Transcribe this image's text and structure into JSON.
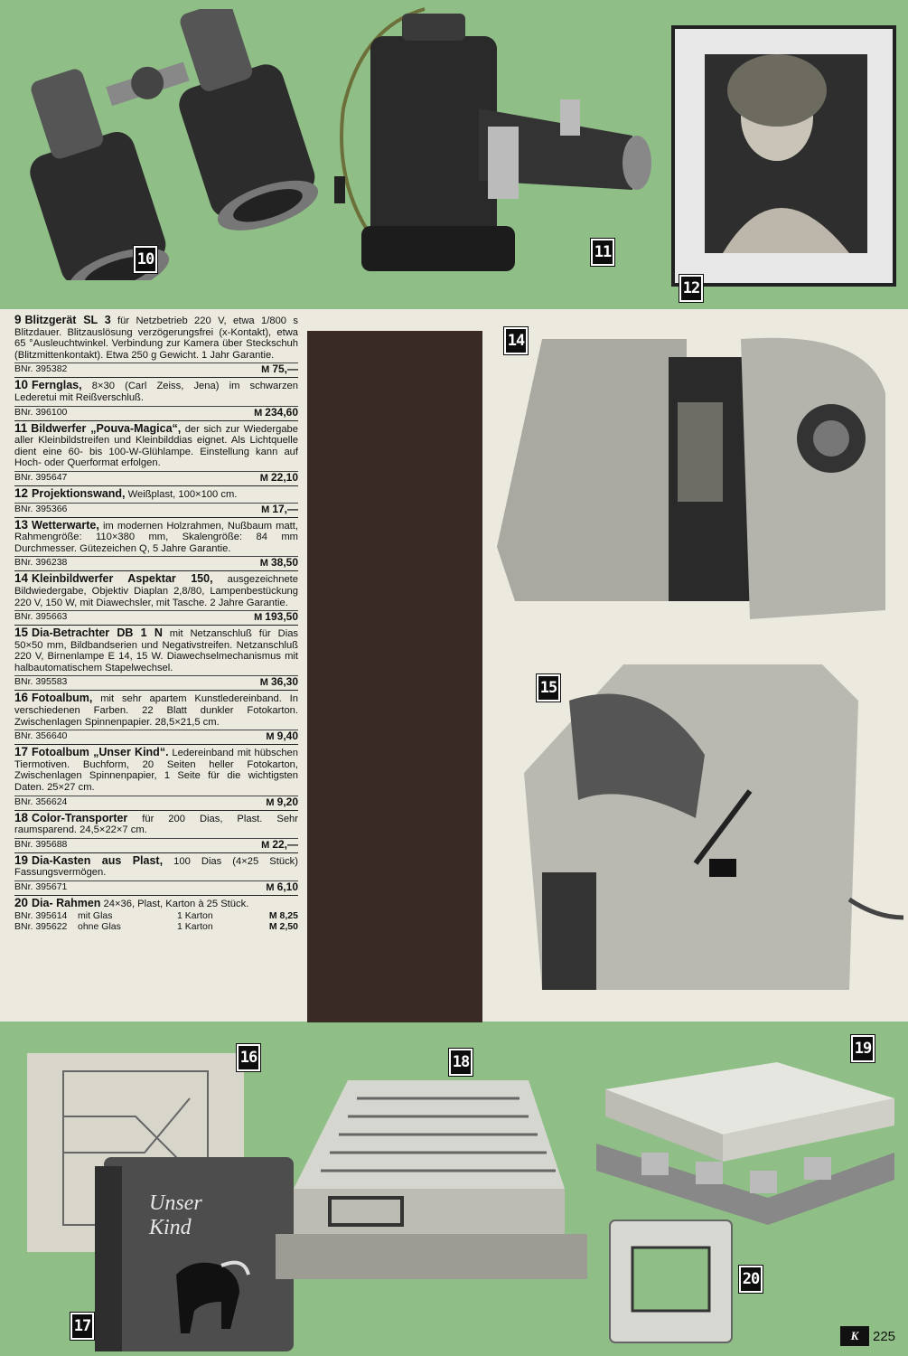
{
  "badges": {
    "b10": "10",
    "b11": "11",
    "b12": "12",
    "b14": "14",
    "b15": "15",
    "b16": "16",
    "b17": "17",
    "b18": "18",
    "b19": "19",
    "b20": "20"
  },
  "album_script": "Unser Kind",
  "entries": [
    {
      "num": "9",
      "name": "Blitzgerät SL 3",
      "text": " für Netzbetrieb 220 V, etwa 1/800 s Blitzdauer. Blitzauslösung verzögerungsfrei (x-Kontakt), etwa 65 °Ausleuchtwinkel. Verbindung zur Kamera über Steckschuh (Blitzmittenkontakt). Etwa 250 g Gewicht. 1 Jahr Garantie.",
      "bnr": "BNr. 395382",
      "price_prefix": "M",
      "price": "75,—"
    },
    {
      "num": "10",
      "name": "Fernglas,",
      "text": " 8×30 (Carl Zeiss, Jena) im schwarzen Lederetui mit Reißverschluß.",
      "bnr": "BNr. 396100",
      "price_prefix": "M",
      "price": "234,60"
    },
    {
      "num": "11",
      "name": "Bildwerfer „Pouva-Magica“,",
      "text": " der sich zur Wiedergabe aller Kleinbildstreifen und Kleinbilddias eignet. Als Lichtquelle dient eine 60- bis 100-W-Glühlampe. Einstellung kann auf Hoch- oder Querformat erfolgen.",
      "bnr": "BNr. 395647",
      "price_prefix": "M",
      "price": "22,10"
    },
    {
      "num": "12",
      "name": "Projektionswand,",
      "text": " Weißplast, 100×100 cm.",
      "bnr": "BNr. 395366",
      "price_prefix": "M",
      "price": "17,—"
    },
    {
      "num": "13",
      "name": "Wetterwarte,",
      "text": " im modernen Holzrahmen, Nußbaum matt, Rahmengröße: 110×380 mm, Skalengröße: 84 mm Durchmesser. Gütezeichen Q, 5 Jahre Garantie.",
      "bnr": "BNr. 396238",
      "price_prefix": "M",
      "price": "38,50"
    },
    {
      "num": "14",
      "name": "Kleinbildwerfer Aspektar 150,",
      "text": " ausgezeichnete Bildwiedergabe, Objektiv Diaplan 2,8/80, Lampenbestückung 220 V, 150 W, mit Diawechsler, mit Tasche. 2 Jahre Garantie.",
      "bnr": "BNr. 395663",
      "price_prefix": "M",
      "price": "193,50"
    },
    {
      "num": "15",
      "name": "Dia-Betrachter DB 1 N",
      "text": " mit Netzanschluß für Dias 50×50 mm, Bildbandserien und Negativstreifen. Netzanschluß 220 V, Birnenlampe E 14, 15 W. Diawechselmechanismus mit halbautomatischem Stapelwechsel.",
      "bnr": "BNr. 395583",
      "price_prefix": "M",
      "price": "36,30"
    },
    {
      "num": "16",
      "name": "Fotoalbum,",
      "text": " mit sehr apartem Kunstledereinband. In verschiedenen Farben. 22 Blatt dunkler Fotokarton. Zwischenlagen Spinnenpapier. 28,5×21,5 cm.",
      "bnr": "BNr. 356640",
      "price_prefix": "M",
      "price": "9,40"
    },
    {
      "num": "17",
      "name": "Fotoalbum „Unser Kind“.",
      "text": " Ledereinband mit hübschen Tiermotiven. Buchform, 20 Seiten heller Fotokarton, Zwischenlagen Spinnenpapier, 1 Seite für die wichtigsten Daten. 25×27 cm.",
      "bnr": "BNr. 356624",
      "price_prefix": "M",
      "price": "9,20"
    },
    {
      "num": "18",
      "name": "Color-Transporter",
      "text": " für 200 Dias, Plast. Sehr raumsparend. 24,5×22×7 cm.",
      "bnr": "BNr. 395688",
      "price_prefix": "M",
      "price": "22,—"
    },
    {
      "num": "19",
      "name": "Dia-Kasten aus Plast,",
      "text": " 100 Dias (4×25 Stück) Fassungsvermögen.",
      "bnr": "BNr. 395671",
      "price_prefix": "M",
      "price": "6,10"
    }
  ],
  "entry20": {
    "num": "20",
    "name": "Dia- Rahmen",
    "text": " 24×36, Plast, Karton à 25 Stück.",
    "rows": [
      {
        "bnr": "BNr. 395614",
        "variant": "mit Glas",
        "qty": "1 Karton",
        "price": "M 8,25"
      },
      {
        "bnr": "BNr. 395622",
        "variant": "ohne Glas",
        "qty": "1 Karton",
        "price": "M 2,50"
      }
    ]
  },
  "footer": {
    "logo": "K",
    "page_number": "225"
  }
}
